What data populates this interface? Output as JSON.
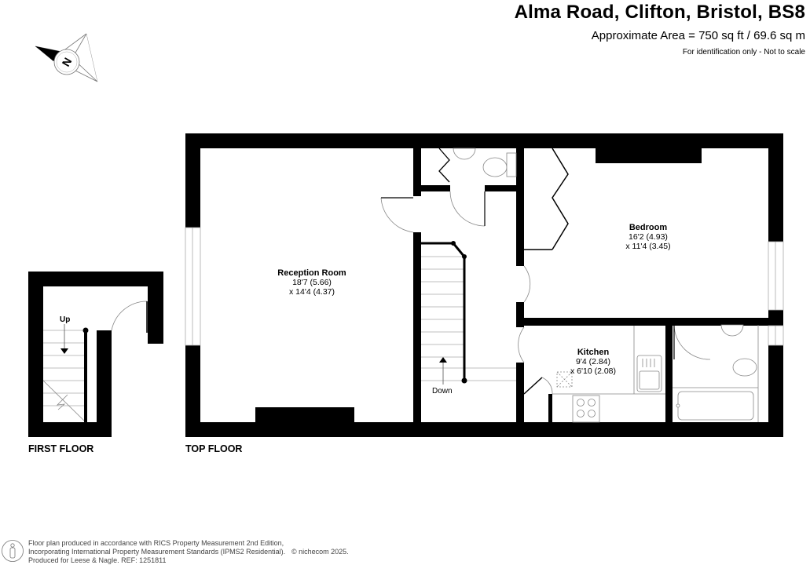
{
  "header": {
    "title": "Alma Road, Clifton, Bristol, BS8",
    "area": "Approximate Area = 750 sq ft / 69.6 sq m",
    "disclaimer": "For identification only - Not to scale"
  },
  "compass": {
    "icon": "compass-north-icon",
    "letter": "N"
  },
  "rooms": [
    {
      "name": "Reception Room",
      "dim1": "18'7 (5.66)",
      "dim2": "x 14'4 (4.37)"
    },
    {
      "name": "Bedroom",
      "dim1": "16'2 (4.93)",
      "dim2": "x 11'4 (3.45)"
    },
    {
      "name": "Kitchen",
      "dim1": "9'4 (2.84)",
      "dim2": "x 6'10 (2.08)"
    }
  ],
  "stairs": {
    "up": "Up",
    "down": "Down"
  },
  "floors": {
    "first": "FIRST FLOOR",
    "top": "TOP FLOOR"
  },
  "footer": {
    "line1": "Floor plan produced in accordance with RICS Property Measurement 2nd Edition,",
    "line2": "Incorporating International Property Measurement Standards (IPMS2 Residential).",
    "line3": "Produced for Leese & Nagle.   REF:  1251811",
    "copyright": "© nichecom 2025."
  },
  "colors": {
    "wall": "#000000",
    "fixture": "#888888",
    "background": "#ffffff"
  }
}
